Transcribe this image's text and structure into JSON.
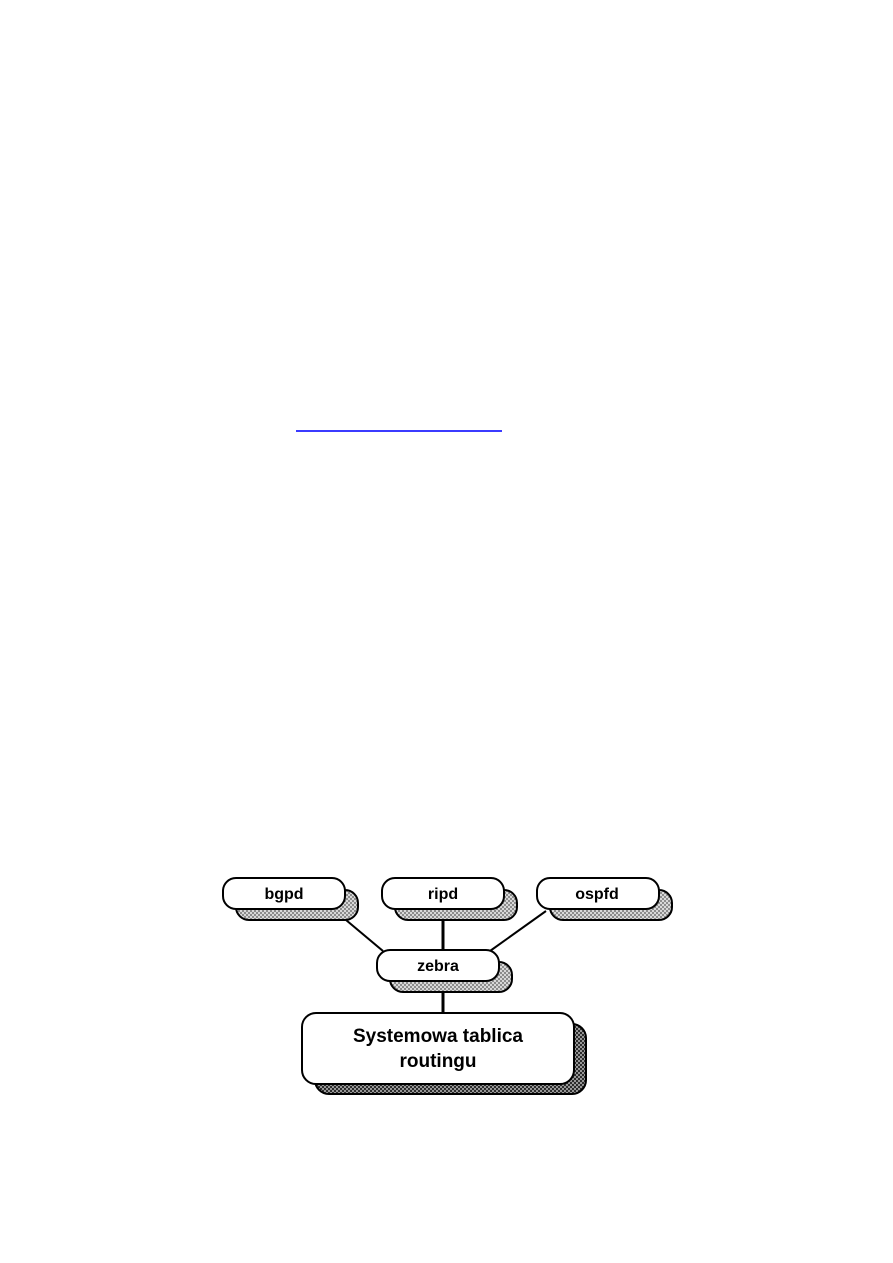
{
  "link": {
    "text": ""
  },
  "diagram": {
    "nodes": {
      "bgpd": "bgpd",
      "ripd": "ripd",
      "ospfd": "ospfd",
      "zebra": "zebra",
      "system_table_line1": "Systemowa tablica",
      "system_table_line2": "routingu"
    },
    "colors": {
      "shadow_light": "#c8c8c8",
      "shadow_dark": "#606060",
      "outline": "#000000",
      "fill": "#ffffff"
    }
  }
}
